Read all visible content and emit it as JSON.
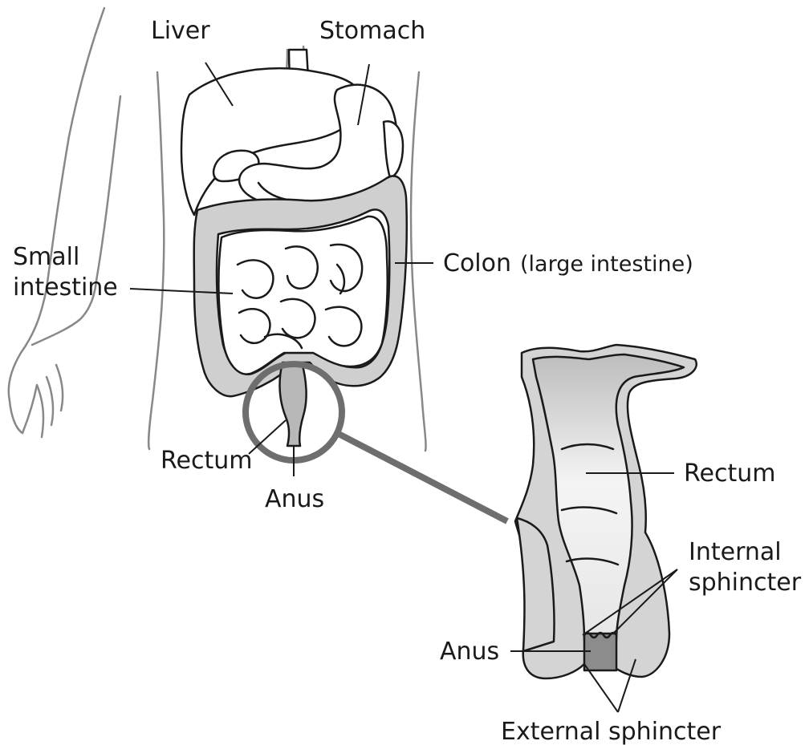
{
  "labels": {
    "liver": "Liver",
    "stomach": "Stomach",
    "small_intestine_line1": "Small",
    "small_intestine_line2": "intestine",
    "colon": "Colon",
    "colon_note": "(large intestine)",
    "rectum_main": "Rectum",
    "anus_main": "Anus",
    "rectum_detail": "Rectum",
    "internal_sphincter_line1": "Internal",
    "internal_sphincter_line2": "sphincter",
    "anus_detail": "Anus",
    "external_sphincter": "External sphincter"
  },
  "colors": {
    "outline": "#1a1a1a",
    "body_outline": "#888888",
    "colon_fill": "#cfcfcf",
    "rectum_fill": "#b8b8b8",
    "magnifier": "#6e6e6e",
    "muscle_fill": "#d4d4d4",
    "lumen_fill": "#efefef",
    "sphincter_fill": "#8c8c8c"
  }
}
